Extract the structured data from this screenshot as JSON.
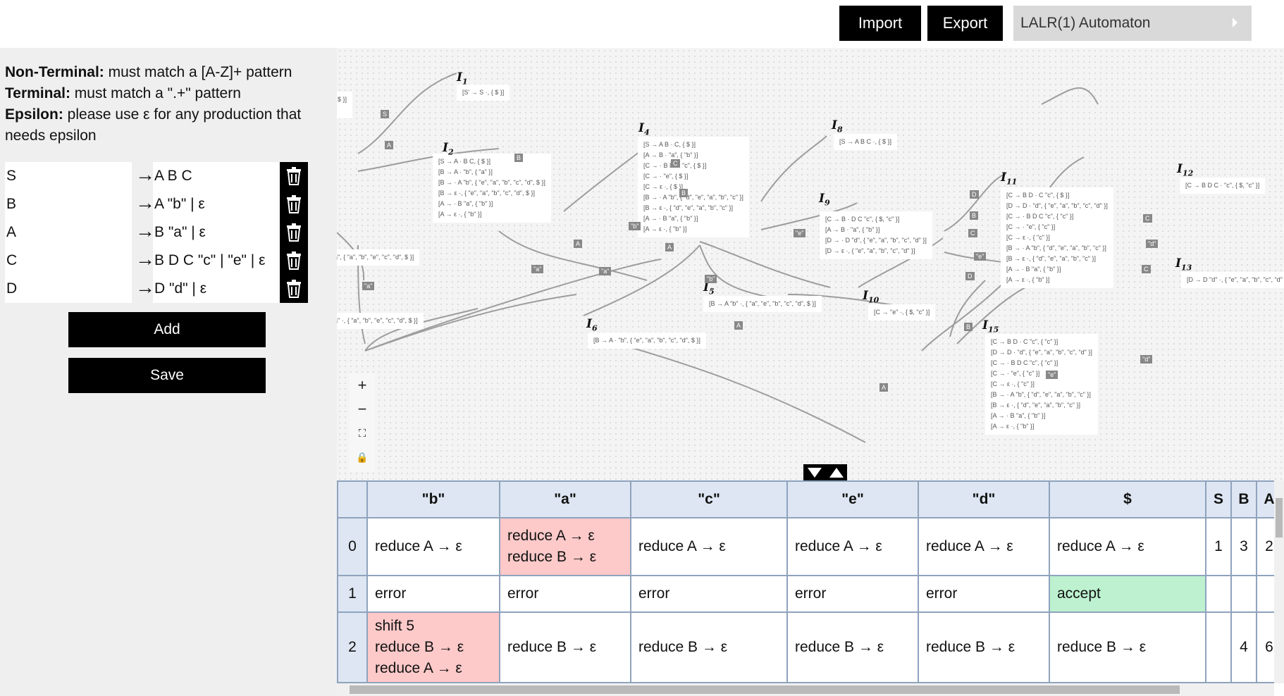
{
  "toolbar": {
    "import_label": "Import",
    "export_label": "Export",
    "mode_label": "LALR(1) Automaton"
  },
  "rules": {
    "nonterminal_label": "Non-Terminal:",
    "nonterminal_text": " must match a [A-Z]+ pattern",
    "terminal_label": "Terminal:",
    "terminal_text": " must match a \".+\" pattern",
    "epsilon_label": "Epsilon:",
    "epsilon_text": " please use ε for any production that needs epsilon"
  },
  "productions": [
    {
      "lhs": "S",
      "rhs": "A B C"
    },
    {
      "lhs": "B",
      "rhs": "A \"b\" | ε"
    },
    {
      "lhs": "A",
      "rhs": "B \"a\" | ε"
    },
    {
      "lhs": "C",
      "rhs": "B D C \"c\" | \"e\" | ε"
    },
    {
      "lhs": "D",
      "rhs": "D \"d\" | ε"
    }
  ],
  "buttons": {
    "add": "Add",
    "save": "Save"
  },
  "graph": {
    "nodes": [
      {
        "title": "I",
        "sub": "1",
        "items": [
          "[S' → S ·, { $ }]"
        ]
      },
      {
        "title": "I",
        "sub": "2",
        "items": [
          "[S → A · B C, { $ }]",
          "[B → A · \"b\", { \"a\" }]",
          "[B → · A \"b\", { \"e\", \"a\", \"b\", \"c\", \"d\", $ }]",
          "[B → ε ·, { \"e\", \"a\", \"b\", \"c\", \"d\", $ }]",
          "[A → · B \"a\", { \"b\" }]",
          "[A → ε ·, { \"b\" }]"
        ]
      },
      {
        "title": "I",
        "sub": "4",
        "items": [
          "[S → A B · C, { $ }]",
          "[A → B · \"a\", { \"b\" }]",
          "[C → · B D C \"c\", { $ }]",
          "[C → · \"e\", { $ }]",
          "[C → ε ·, { $ }]",
          "[B → · A \"b\", { \"d\", \"e\", \"a\", \"b\", \"c\" }]",
          "[B → ε ·, { \"d\", \"e\", \"a\", \"b\", \"c\" }]",
          "[A → · B \"a\", { \"b\" }]",
          "[A → ε ·, { \"b\" }]"
        ]
      },
      {
        "title": "I",
        "sub": "8",
        "items": [
          "[S → A B C ·, { $ }]"
        ]
      },
      {
        "title": "I",
        "sub": "9",
        "items": [
          "[C → B · D C \"c\", { $, \"c\" }]",
          "[A → B · \"a\", { \"b\" }]",
          "[D → · D \"d\", { \"e\", \"a\", \"b\", \"c\", \"d\" }]",
          "[D → ε ·, { \"e\", \"a\", \"b\", \"c\", \"d\" }]"
        ]
      },
      {
        "title": "I",
        "sub": "11",
        "items": [
          "[C → B D · C \"c\", { $ }]",
          "[D → D · \"d\", { \"e\", \"a\", \"b\", \"c\", \"d\" }]",
          "[C → · B D C \"c\", { \"c\" }]",
          "[C → · \"e\", { \"c\" }]",
          "[C → ε ·, { \"c\" }]",
          "[B → · A \"b\", { \"d\", \"e\", \"a\", \"b\", \"c\" }]",
          "[B → ε ·, { \"d\", \"e\", \"a\", \"b\", \"c\" }]",
          "[A → · B \"a\", { \"b\" }]",
          "[A → ε ·, { \"b\" }]"
        ]
      },
      {
        "title": "I",
        "sub": "12",
        "items": [
          "[C → B D C · \"c\", { $, \"c\" }]"
        ]
      },
      {
        "title": "I",
        "sub": "13",
        "items": [
          "[D → D \"d\" ·, { \"e\", \"a\", \"b\", \"c\", \"d\" }]"
        ]
      },
      {
        "title": "I",
        "sub": "5",
        "items": [
          "[B → A \"b\" ·, { \"a\", \"e\", \"b\", \"c\", \"d\", $ }]"
        ]
      },
      {
        "title": "I",
        "sub": "6",
        "items": [
          "[B → A · \"b\", { \"e\", \"a\", \"b\", \"c\", \"d\", $ }]"
        ]
      },
      {
        "title": "I",
        "sub": "10",
        "items": [
          "[C → \"e\" ·, { $, \"c\" }]"
        ]
      },
      {
        "title": "I",
        "sub": "15",
        "items": [
          "[C → B D · C \"c\", { \"c\" }]",
          "[D → D · \"d\", { \"e\", \"a\", \"b\", \"c\", \"d\" }]",
          "[C → · B D C \"c\", { \"c\" }]",
          "[C → · \"e\", { \"c\" }]",
          "[C → ε ·, { \"c\" }]",
          "[B → · A \"b\", { \"d\", \"e\", \"a\", \"b\", \"c\" }]",
          "[B → ε ·, { \"d\", \"e\", \"a\", \"b\", \"c\" }]",
          "[A → · B \"a\", { \"b\" }]",
          "[A → ε ·, { \"b\" }]"
        ]
      },
      {
        "title": "",
        "sub": "",
        "items": [
          ", $ }]",
          "]"
        ]
      },
      {
        "title": "",
        "sub": "",
        "items": [
          "a\", { \"a\", \"b\", \"e\", \"c\", \"d\", $ }]"
        ]
      },
      {
        "title": "",
        "sub": "",
        "items": [
          "a\" ·, { \"a\", \"b\", \"e\", \"c\", \"d\", $ }]"
        ]
      }
    ],
    "edge_labels": [
      "S",
      "A",
      "B",
      "C",
      "B",
      "D",
      "B",
      "\"b\"",
      "\"e\"",
      "A",
      "A",
      "\"a\"",
      "\"a\"",
      "\"a\"",
      "\"b\"",
      "A",
      "D",
      "\"e\"",
      "B",
      "C",
      "\"d\"",
      "C",
      "\"e\"",
      "A",
      "\"d\"",
      "C"
    ]
  },
  "zoom_controls": [
    "plus-icon",
    "minus-icon",
    "fit-view-icon",
    "lock-icon"
  ],
  "table": {
    "headers": [
      "",
      "\"b\"",
      "\"a\"",
      "\"c\"",
      "\"e\"",
      "\"d\"",
      "$",
      "S",
      "B",
      "A"
    ],
    "rows": [
      {
        "state": "0",
        "cells": [
          [
            "reduce A → ε"
          ],
          [
            "reduce A → ε",
            "reduce B → ε"
          ],
          [
            "reduce A → ε"
          ],
          [
            "reduce A → ε"
          ],
          [
            "reduce A → ε"
          ],
          [
            "reduce A → ε"
          ],
          [
            "1"
          ],
          [
            "3"
          ],
          [
            "2"
          ]
        ],
        "conflict": [
          1
        ],
        "accept": []
      },
      {
        "state": "1",
        "cells": [
          [
            "error"
          ],
          [
            "error"
          ],
          [
            "error"
          ],
          [
            "error"
          ],
          [
            "error"
          ],
          [
            "accept"
          ],
          [
            ""
          ],
          [
            ""
          ],
          [
            ""
          ]
        ],
        "conflict": [],
        "accept": [
          5
        ]
      },
      {
        "state": "2",
        "cells": [
          [
            "shift 5",
            "reduce B → ε",
            "reduce A → ε"
          ],
          [
            "reduce B → ε"
          ],
          [
            "reduce B → ε"
          ],
          [
            "reduce B → ε"
          ],
          [
            "reduce B → ε"
          ],
          [
            "reduce B → ε"
          ],
          [
            ""
          ],
          [
            "4"
          ],
          [
            "6"
          ]
        ],
        "conflict": [
          0
        ],
        "accept": []
      }
    ]
  },
  "colors": {
    "conflict": "#fec9c9",
    "accept": "#bdf1cf",
    "header": "#dde6f2",
    "border": "#8fa3bd"
  }
}
